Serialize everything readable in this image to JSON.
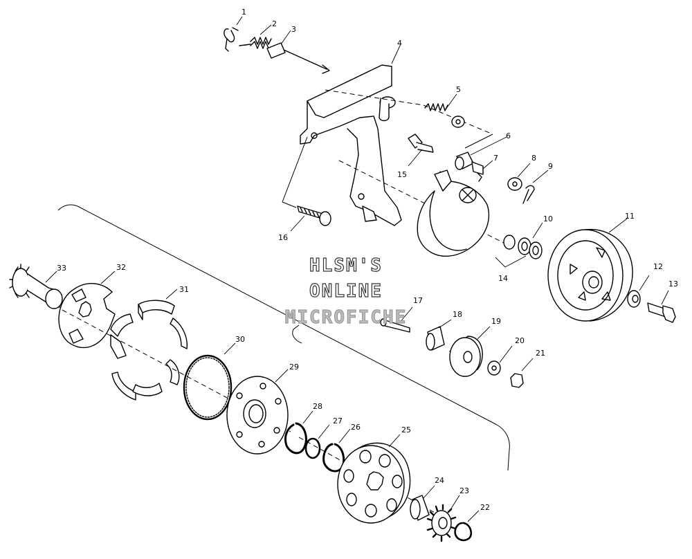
{
  "watermark": {
    "line1": "HLSM'S",
    "line2": "ONLINE",
    "line3": "MICROFICHE"
  },
  "callouts": [
    "1",
    "2",
    "3",
    "4",
    "5",
    "6",
    "7",
    "8",
    "9",
    "10",
    "11",
    "12",
    "13",
    "14",
    "15",
    "16",
    "17",
    "18",
    "19",
    "20",
    "21",
    "22",
    "23",
    "24",
    "25",
    "26",
    "27",
    "28",
    "29",
    "30",
    "31",
    "32",
    "33"
  ]
}
